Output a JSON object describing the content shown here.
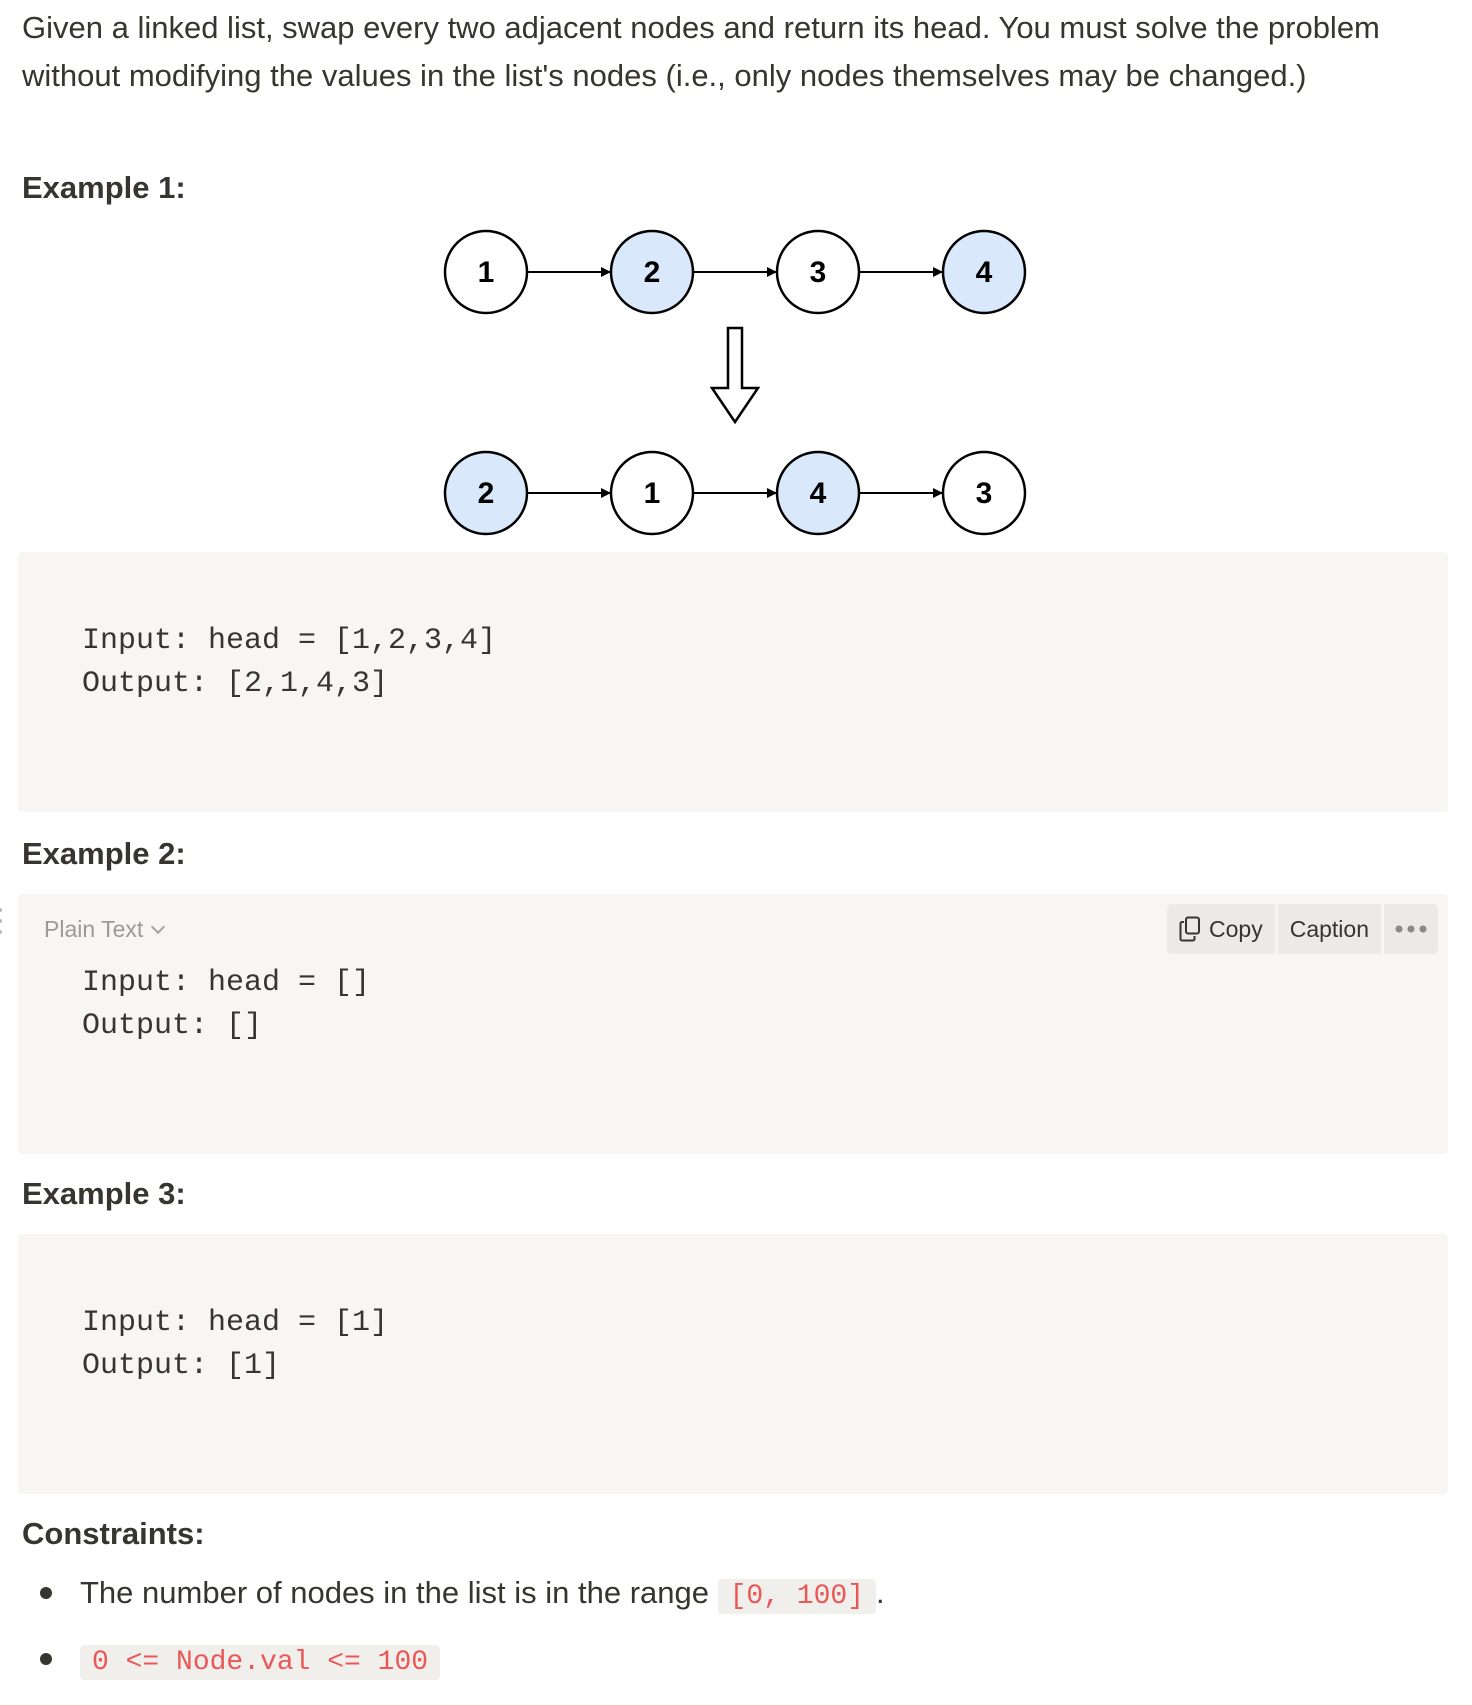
{
  "intro": "Given a linked list, swap every two adjacent nodes and return its head. You must solve the problem without modifying the values in the list's nodes (i.e., only nodes themselves may be changed.)",
  "example1": {
    "heading": "Example 1:",
    "diagram": {
      "before": [
        "1",
        "2",
        "3",
        "4"
      ],
      "after": [
        "2",
        "1",
        "4",
        "3"
      ],
      "highlight_color": "#dae8fc",
      "plain_color": "#ffffff"
    },
    "code": [
      "Input: head = [1,2,3,4]",
      "Output: [2,1,4,3]"
    ]
  },
  "example2": {
    "heading": "Example 2:",
    "language": "Plain Text",
    "toolbar": {
      "copy": "Copy",
      "caption": "Caption"
    },
    "code": [
      "Input: head = []",
      "Output: []"
    ]
  },
  "example3": {
    "heading": "Example 3:",
    "code": [
      "Input: head = [1]",
      "Output: [1]"
    ]
  },
  "constraints": {
    "heading": "Constraints:",
    "items": [
      {
        "text": "The number of nodes in the list is in the range ",
        "code": "[0, 100]",
        "suffix": "."
      },
      {
        "text": "",
        "code": "0 <= Node.val <= 100",
        "suffix": ""
      }
    ]
  },
  "colors": {
    "text": "#37352f",
    "code_bg": "#f7f6f3",
    "inline_code_text": "#eb5757"
  }
}
